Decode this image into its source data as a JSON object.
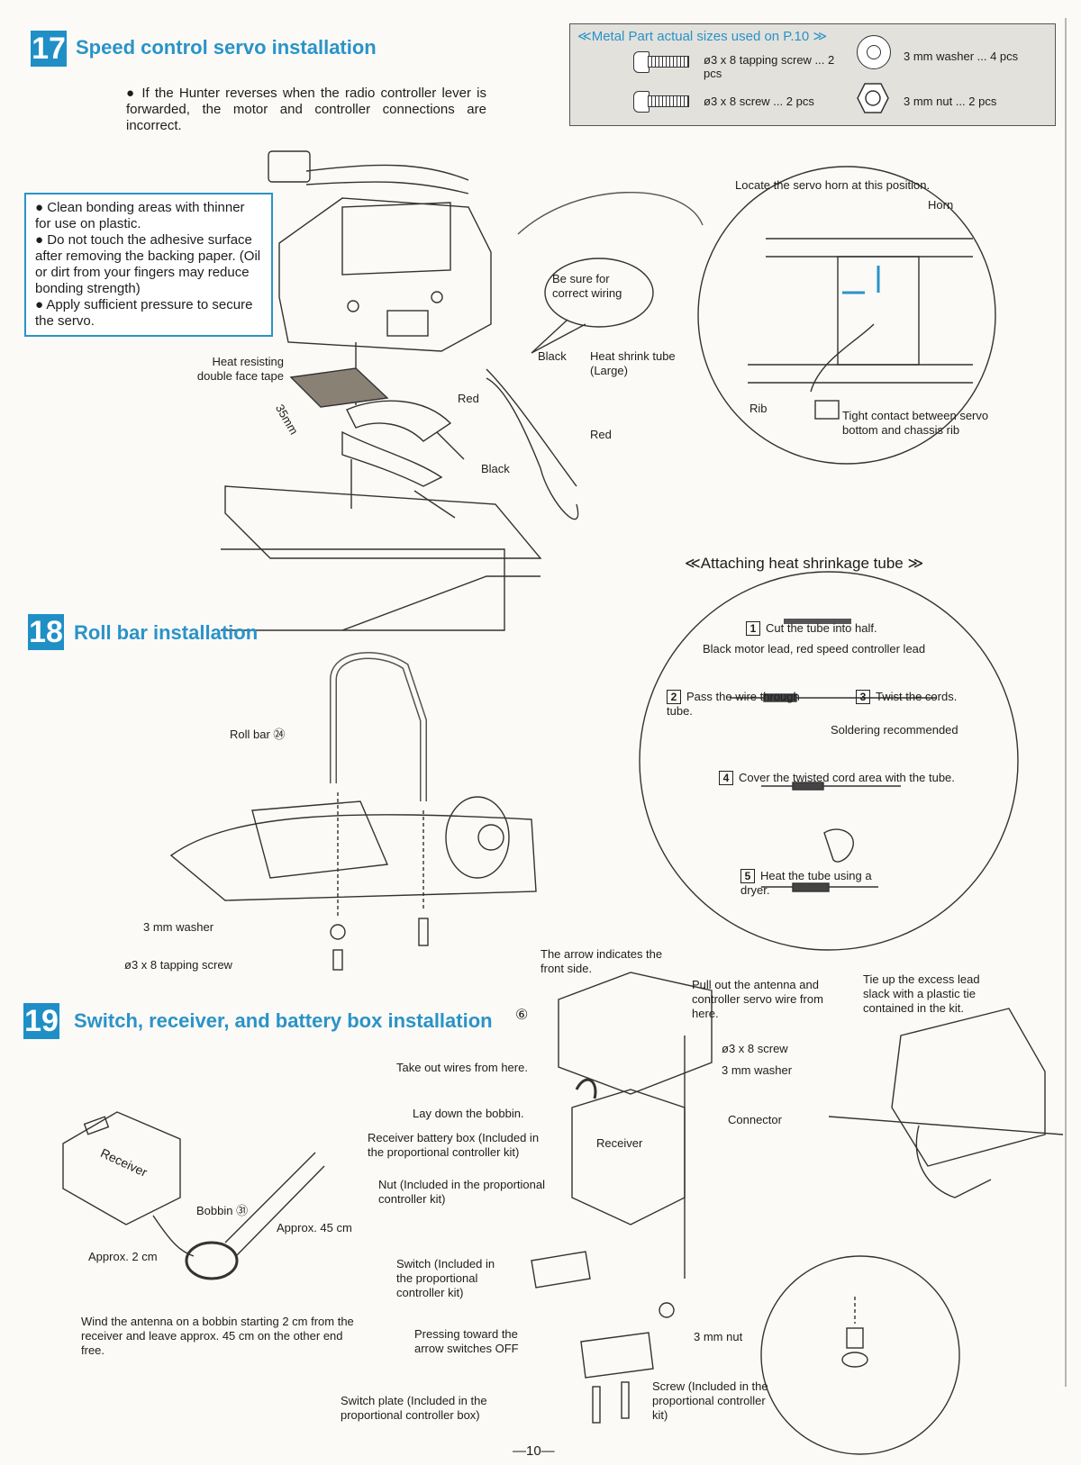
{
  "colors": {
    "accent": "#1f8fc6",
    "title": "#2a93c9",
    "parts_bg": "#e2e1dc"
  },
  "step17": {
    "number": "17",
    "title": "Speed control servo installation",
    "note": "If the Hunter reverses when the radio controller lever is forwarded, the motor and controller connections are incorrect.",
    "bonding_tips": [
      "Clean bonding areas with thinner for use on plastic.",
      "Do not touch the adhesive surface after removing the backing paper. (Oil or dirt from your fingers may reduce bonding strength)",
      "Apply sufficient pressure to secure the servo."
    ],
    "labels": {
      "tape": "Heat resisting double face tape",
      "dimension": "35mm",
      "be_sure": "Be sure for correct wiring",
      "black1": "Black",
      "red1": "Red",
      "red2": "Red",
      "black2": "Black",
      "heat_shrink": "Heat shrink tube (Large)",
      "locate_horn": "Locate the servo horn at this position.",
      "horn": "Horn",
      "rib": "Rib",
      "tight_contact": "Tight contact between servo bottom and chassis rib"
    }
  },
  "parts_box": {
    "title": "≪Metal Part actual sizes used on P.10 ≫",
    "items": [
      {
        "label": "ø3 x 8 tapping screw ... 2 pcs",
        "icon": "tapping-screw"
      },
      {
        "label": "ø3 x 8 screw ... 2 pcs",
        "icon": "screw"
      },
      {
        "label": "3 mm washer ... 4 pcs",
        "icon": "washer"
      },
      {
        "label": "3 mm nut ... 2 pcs",
        "icon": "nut"
      }
    ]
  },
  "heat_shrink": {
    "title": "≪Attaching heat shrinkage tube ≫",
    "steps": [
      {
        "num": "1",
        "text": "Cut the tube into half."
      },
      {
        "num": "2",
        "text": "Pass the wire through tube."
      },
      {
        "num": "3",
        "text": "Twist the cords."
      },
      {
        "num": "4",
        "text": "Cover the twisted cord area with the tube."
      },
      {
        "num": "5",
        "text": "Heat the tube using a dryer."
      }
    ],
    "lead_note": "Black motor lead, red speed controller lead",
    "solder_note": "Soldering recommended"
  },
  "step18": {
    "number": "18",
    "title": "Roll bar installation",
    "labels": {
      "roll_bar": "Roll bar ㉔",
      "washer": "3 mm washer",
      "tapping_screw": "ø3 x 8 tapping screw"
    }
  },
  "step19": {
    "number": "19",
    "title": "Switch, receiver, and battery box installation",
    "part_ref": "⑥",
    "labels": {
      "arrow_front": "The arrow indicates the front side.",
      "pull_antenna": "Pull out the antenna and controller servo wire from here.",
      "tie_up": "Tie up the excess lead slack with a plastic tie contained in the kit.",
      "screw": "ø3 x 8 screw",
      "washer": "3 mm washer",
      "take_out": "Take out wires from here.",
      "connector": "Connector",
      "lay_bobbin": "Lay down the bobbin.",
      "receiver_battery": "Receiver battery box (Included in the proportional controller kit)",
      "receiver": "Receiver",
      "nut_inc": "Nut (Included in the proportional controller kit)",
      "switch": "Switch (Included in the proportional controller kit)",
      "pressing": "Pressing toward the arrow switches OFF",
      "nut3": "3 mm nut",
      "screw_inc": "Screw (Included in the proportional controller kit)",
      "switch_plate": "Switch plate (Included in the proportional controller box)",
      "receiver_small": "Receiver",
      "bobbin": "Bobbin ㉛",
      "approx45": "Approx. 45 cm",
      "approx2": "Approx. 2 cm",
      "wind_note": "Wind the antenna on a bobbin starting 2 cm from the receiver and leave approx. 45 cm on the other end free."
    }
  },
  "page_number": "—10—"
}
